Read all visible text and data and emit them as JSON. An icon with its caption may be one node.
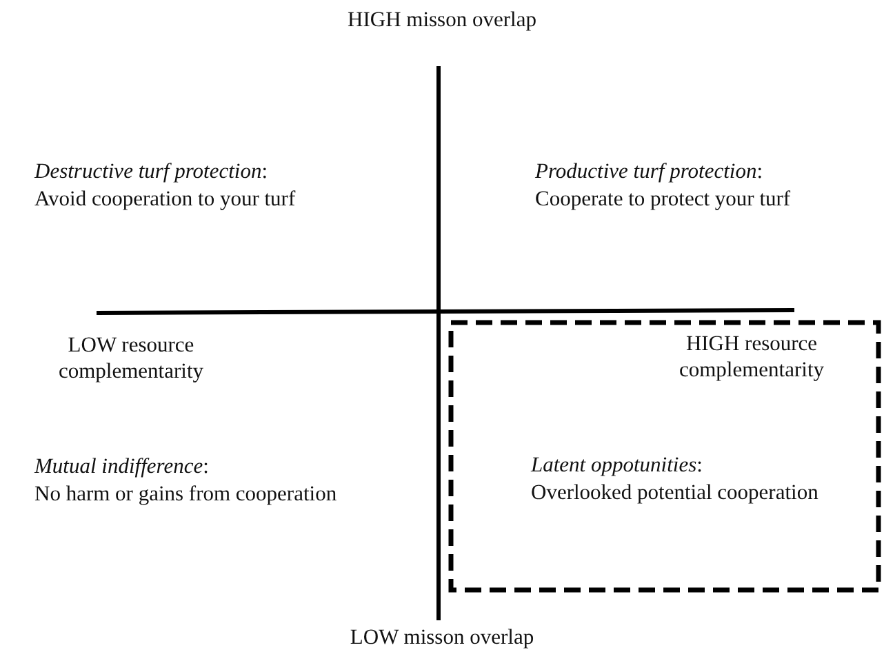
{
  "diagram": {
    "nodes": [
      {
        "text": [
          "HIGH resource complementarity",
          "*Latent oppotunities*:",
          "Overlooked potential cooperation"
        ]
      }
    ],
    "labels": [
      "HIGH misson overlap",
      "*Destructive turf protection*:",
      "Avoid cooperation to your turf",
      "*Productive turf protection*:",
      "Cooperate to protect your turf",
      "LOW resource complementarity",
      "*Mutual indifference*:",
      "No harm or gains from cooperation",
      "LOW misson overlap"
    ]
  }
}
